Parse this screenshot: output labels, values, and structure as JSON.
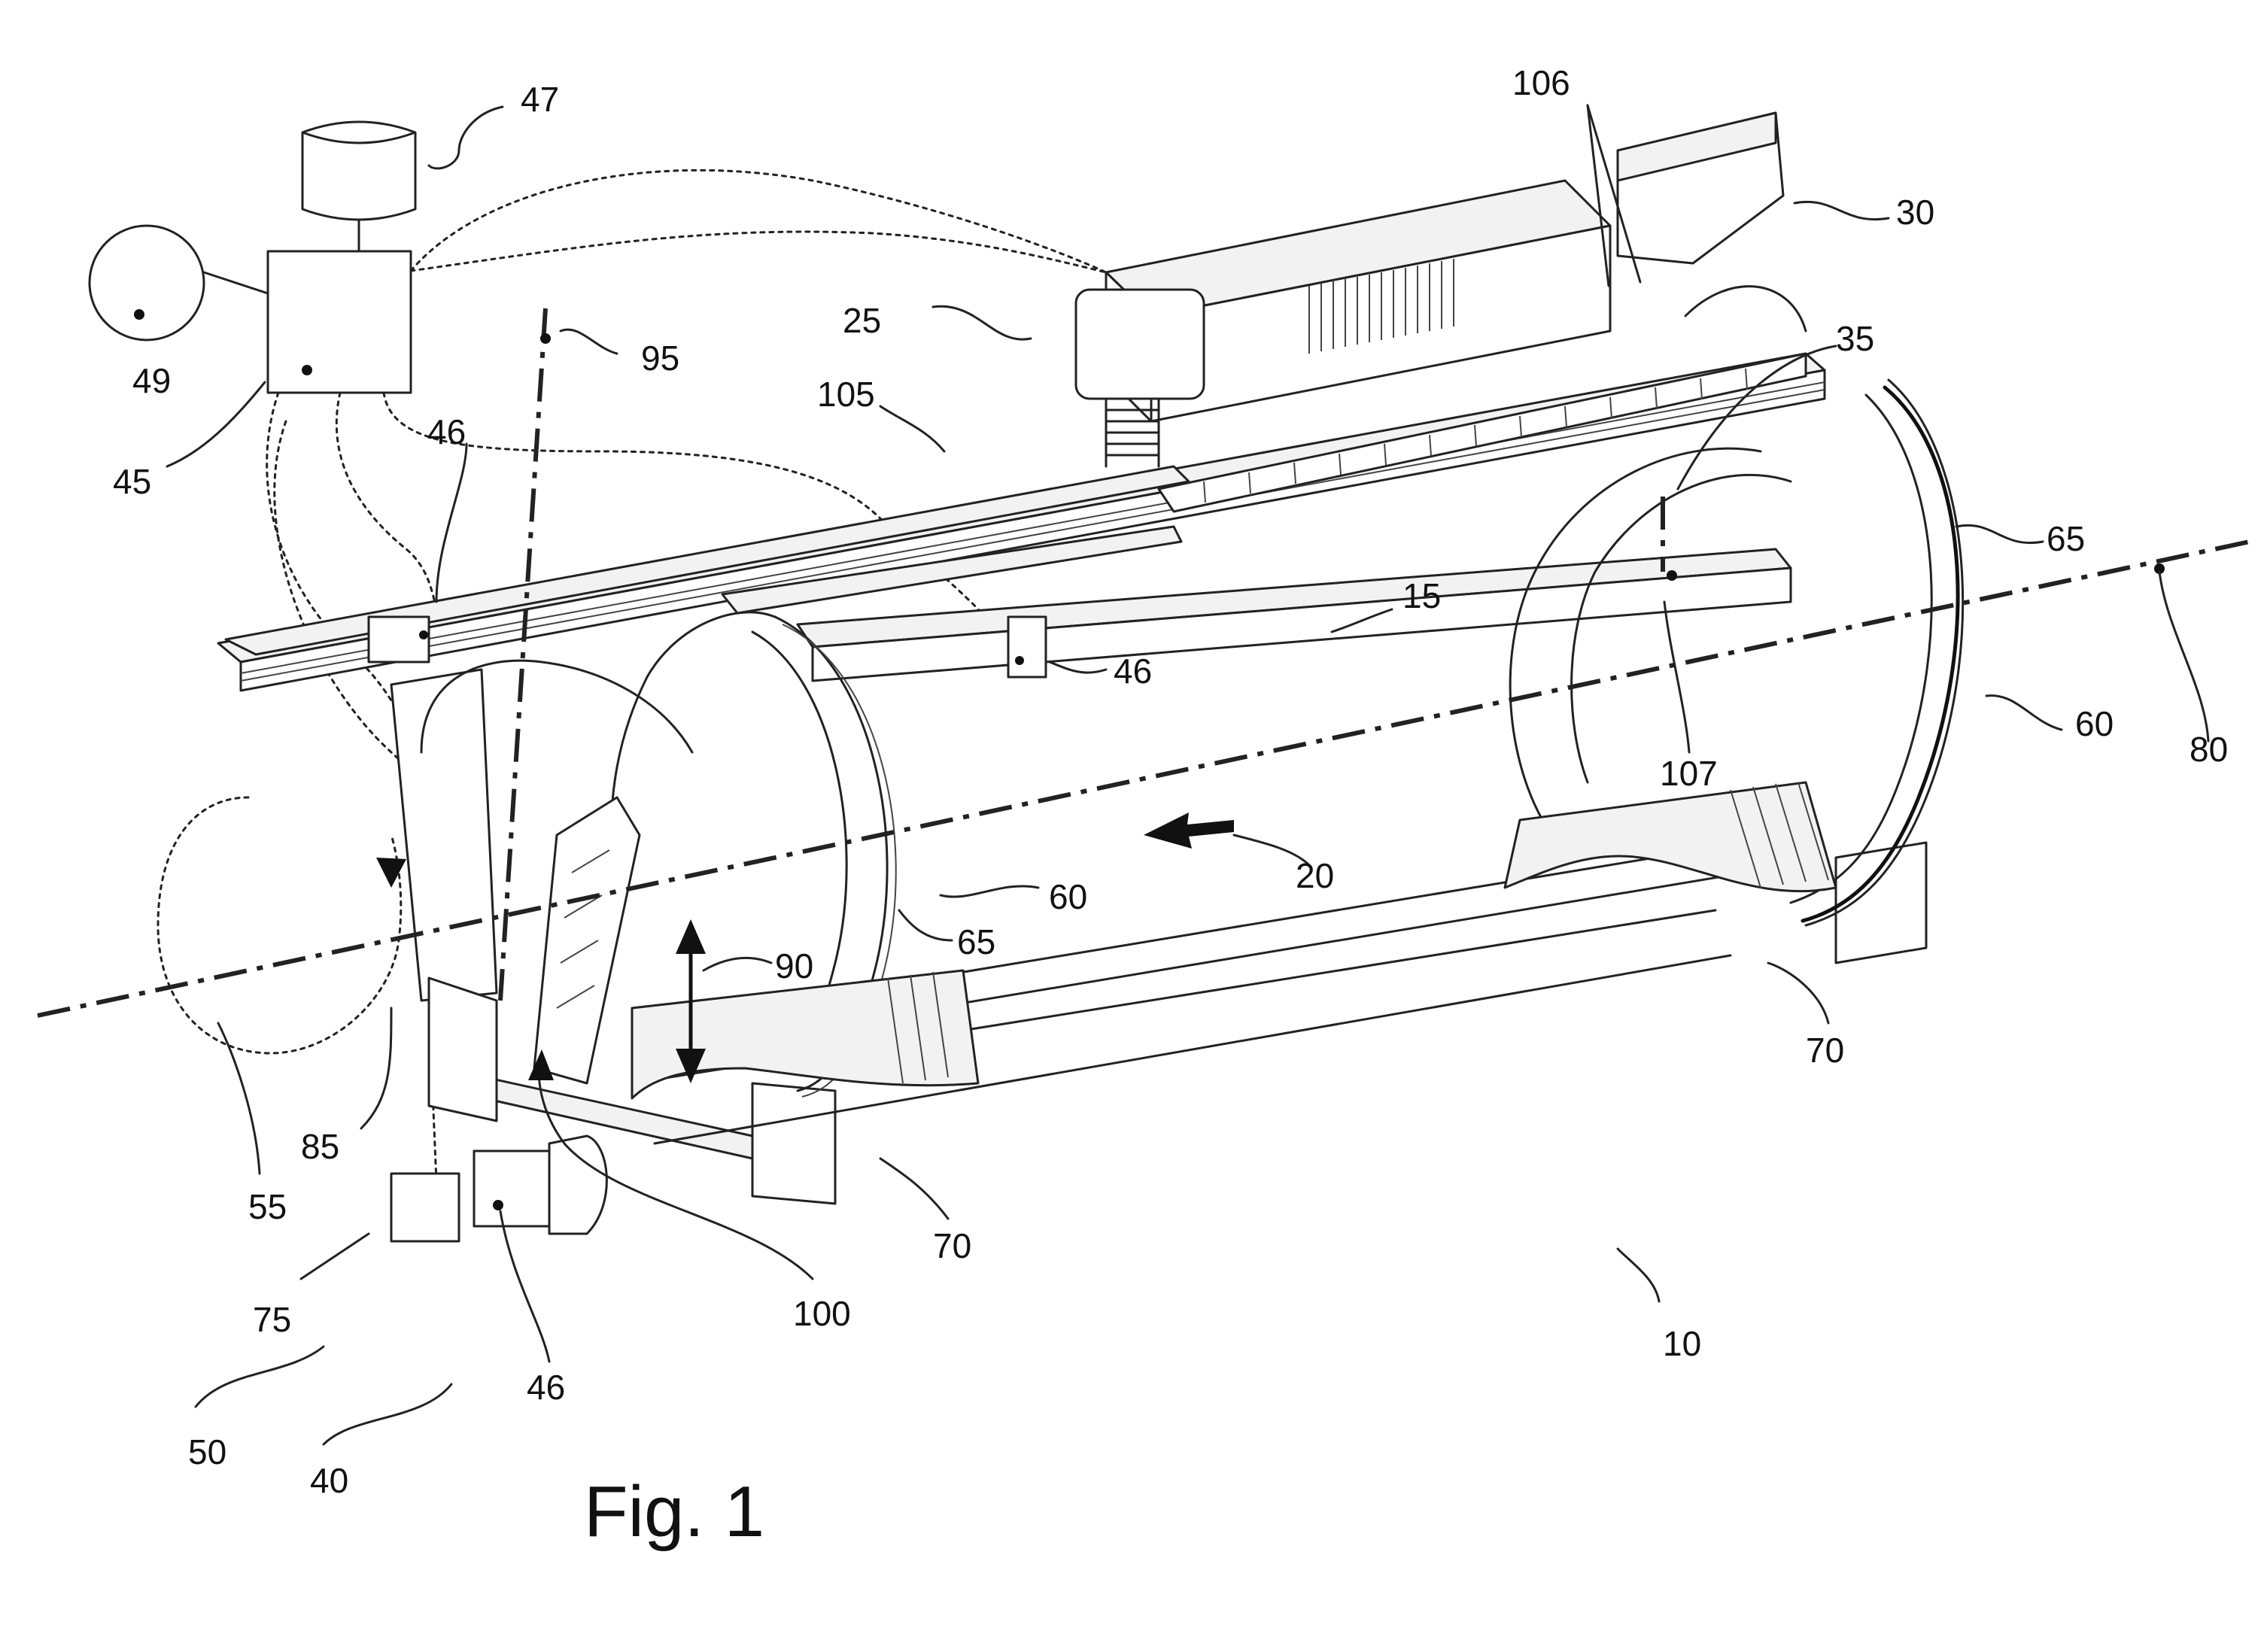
{
  "figure": {
    "caption": "Fig. 1"
  },
  "labels": {
    "l10": "10",
    "l15": "15",
    "l20": "20",
    "l25": "25",
    "l30": "30",
    "l35": "35",
    "l40": "40",
    "l45": "45",
    "l46a": "46",
    "l46b": "46",
    "l46c": "46",
    "l47": "47",
    "l49": "49",
    "l50": "50",
    "l55": "55",
    "l60a": "60",
    "l60b": "60",
    "l65a": "65",
    "l65b": "65",
    "l70a": "70",
    "l70b": "70",
    "l75": "75",
    "l80": "80",
    "l85": "85",
    "l90": "90",
    "l95": "95",
    "l100": "100",
    "l105": "105",
    "l106": "106",
    "l107": "107"
  }
}
